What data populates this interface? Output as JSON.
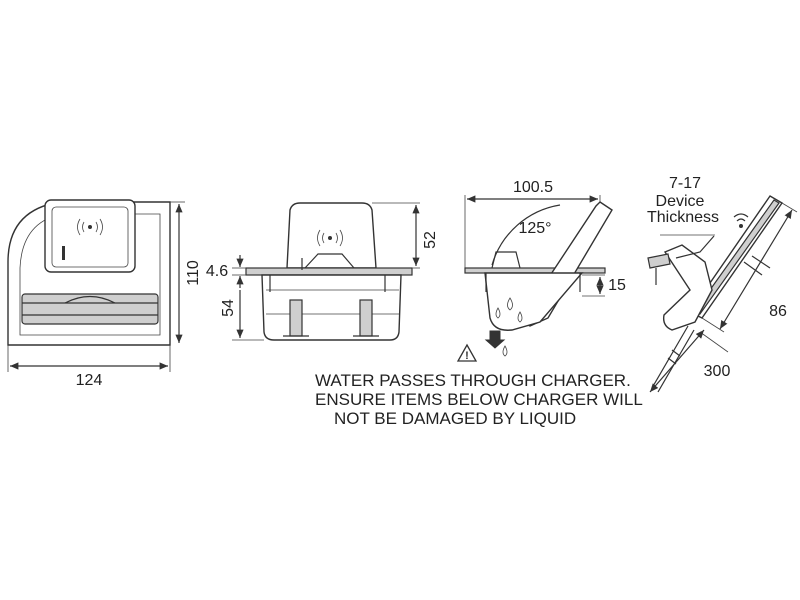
{
  "front_view": {
    "width_dim": "124",
    "height_dim": "110"
  },
  "side_view": {
    "flange_dim": "4.6",
    "top_dim": "52",
    "bottom_dim": "54"
  },
  "angle_view": {
    "width_dim": "100.5",
    "angle": "125°",
    "depth_dim": "15"
  },
  "mounted_view": {
    "thickness_line1": "7-17",
    "thickness_line2": "Device",
    "thickness_line3": "Thickness",
    "length_dim": "86",
    "cable_dim": "300"
  },
  "warning": {
    "line1": "WATER PASSES THROUGH CHARGER.",
    "line2": "ENSURE ITEMS BELOW CHARGER WILL",
    "line3": "NOT BE DAMAGED BY LIQUID"
  }
}
